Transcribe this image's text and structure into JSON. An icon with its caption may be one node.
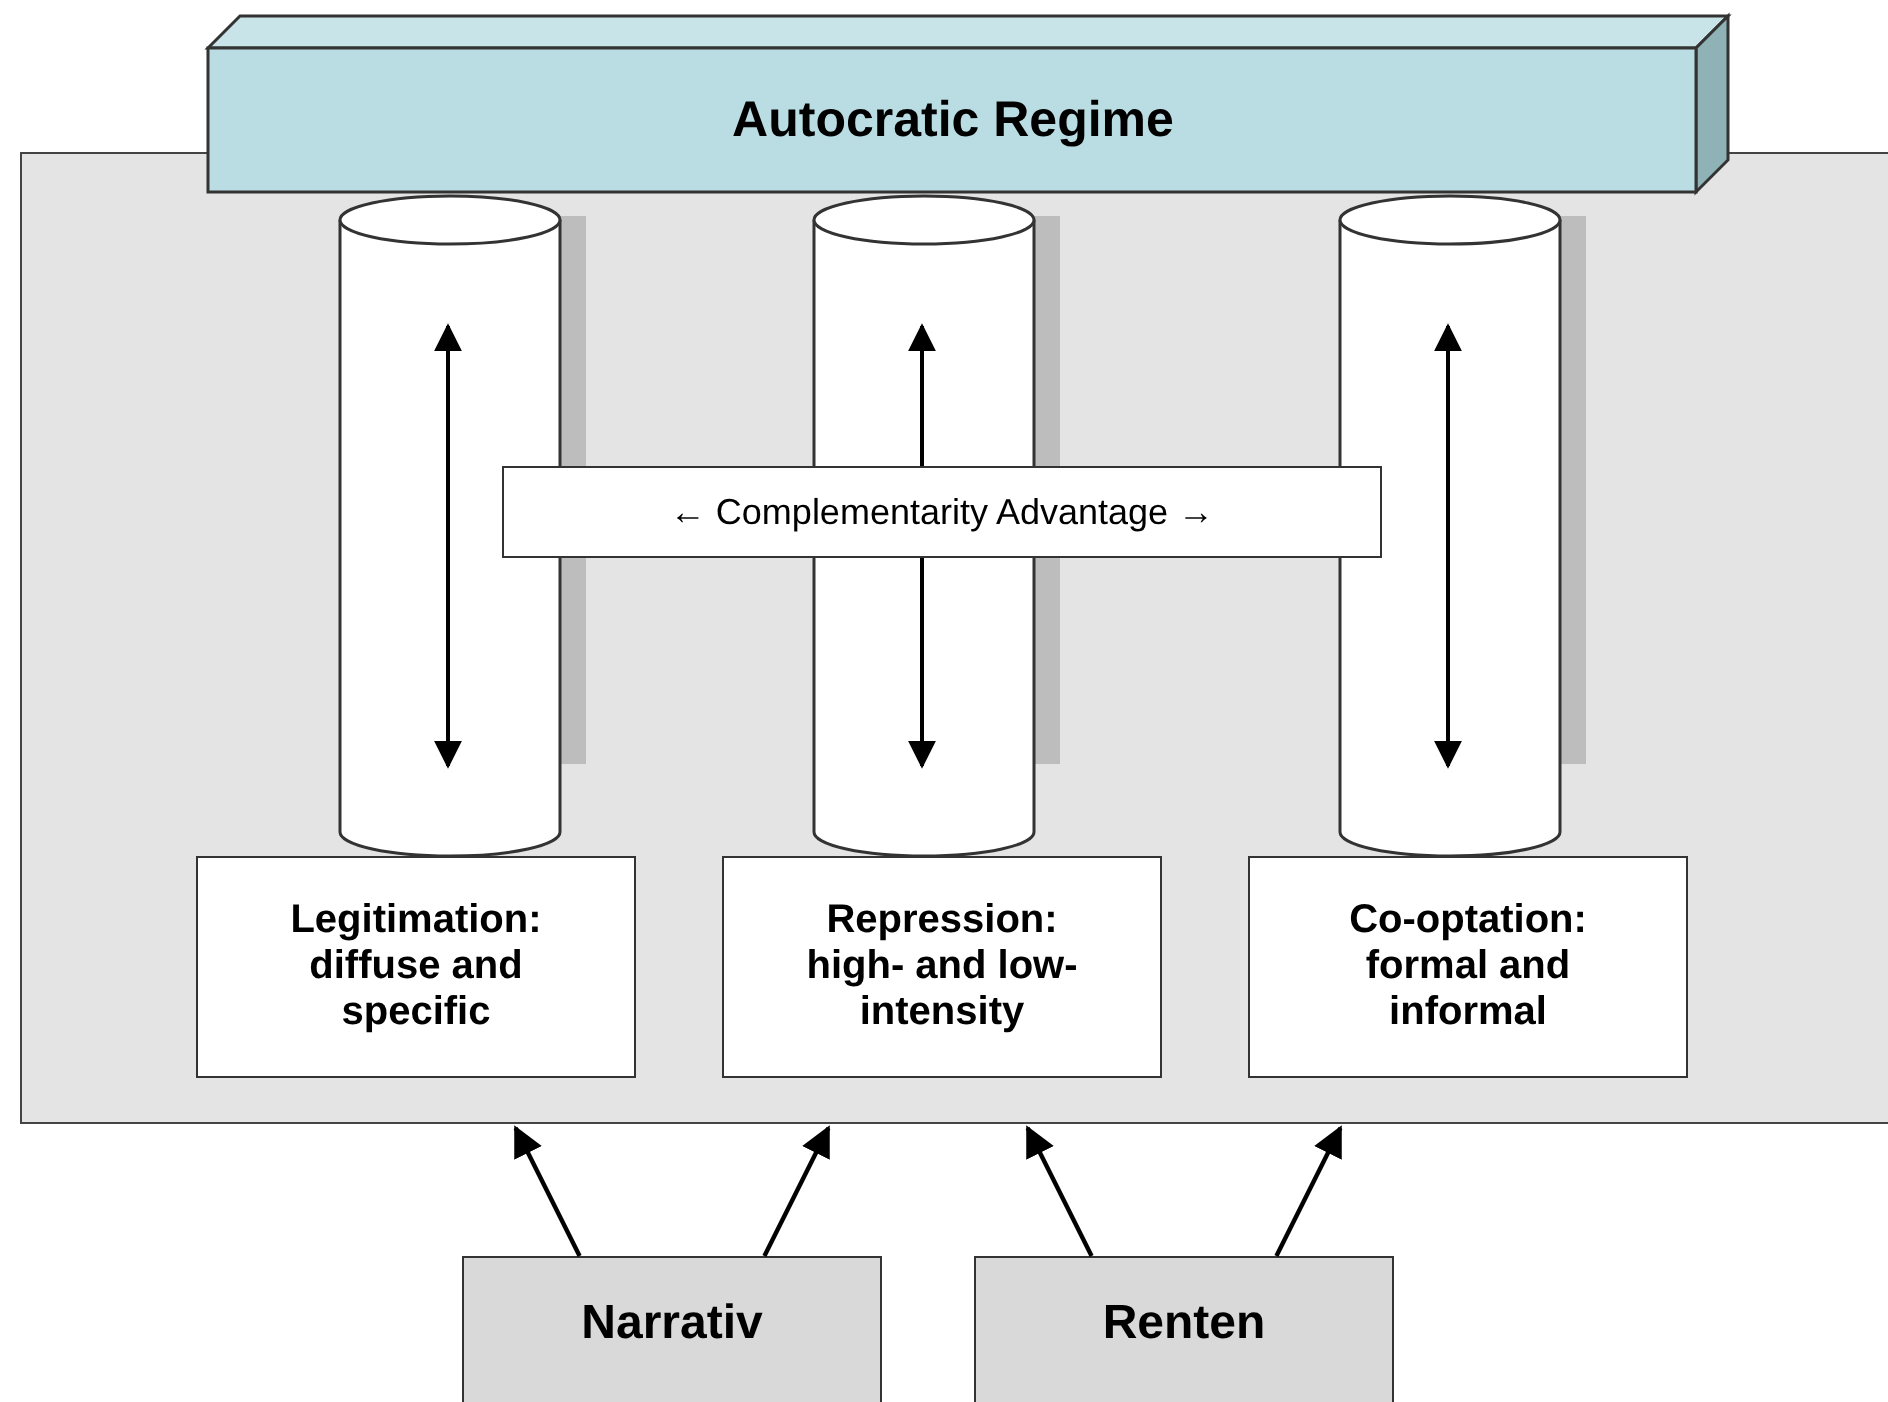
{
  "diagram": {
    "nodes": [
      {
        "text": [
          "Autocratic Regime"
        ]
      },
      {
        "text": [],
        "shape": "box"
      },
      {
        "text": [
          "← Complementarity Advantage →"
        ],
        "in": 1
      },
      {
        "text": [],
        "shape": "cylinder",
        "in": 1
      },
      {
        "text": [],
        "shape": "cylinder",
        "in": 1
      },
      {
        "text": [],
        "shape": "cylinder",
        "in": 1
      },
      {
        "text": [
          "Legitimation: diffuse and specific"
        ],
        "in": 1
      },
      {
        "text": [
          "Repression: high- and low-intensity"
        ],
        "in": 1
      },
      {
        "text": [
          "Co-optation: formal and informal"
        ],
        "in": 1
      },
      {
        "text": [
          "Narrativ"
        ]
      },
      {
        "text": [
          "Renten"
        ]
      }
    ],
    "edges": [
      {
        "from": 9,
        "to": 1,
        "arrow": "to"
      },
      {
        "from": 9,
        "to": 1,
        "arrow": "to"
      },
      {
        "from": 10,
        "to": 1,
        "arrow": "to"
      },
      {
        "from": 10,
        "to": 1,
        "arrow": "to"
      }
    ]
  }
}
